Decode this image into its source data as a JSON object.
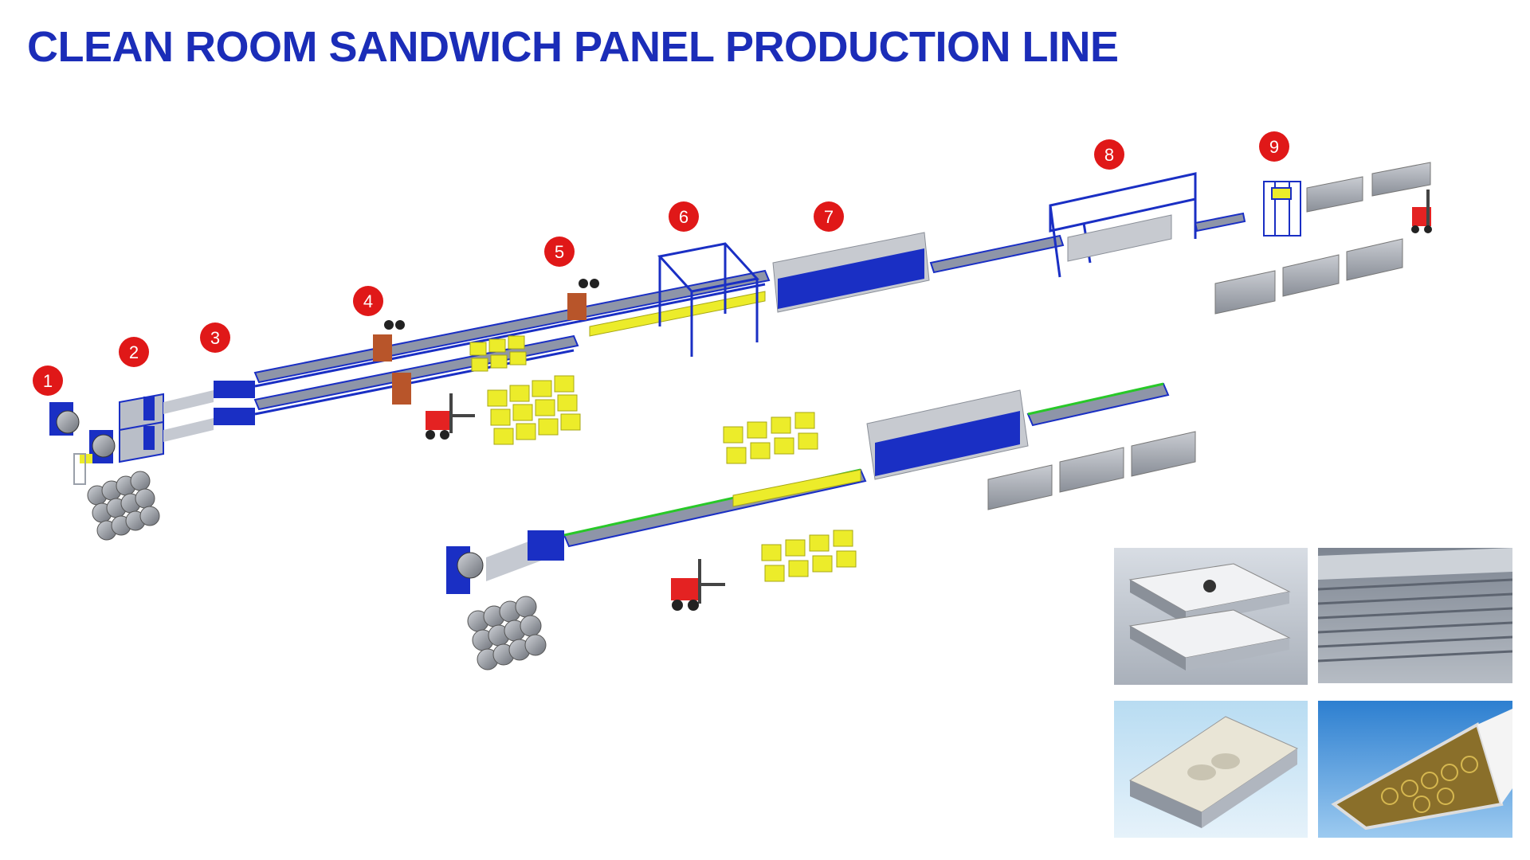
{
  "title": "CLEAN ROOM SANDWICH PANEL PRODUCTION LINE",
  "stations": [
    "1",
    "2",
    "3",
    "4",
    "5",
    "6",
    "7",
    "8",
    "9"
  ],
  "photos": [
    "panel-stack-photo",
    "panel-edge-photo",
    "paper-honeycomb-corner-photo",
    "aluminium-honeycomb-corner-photo"
  ],
  "colors": {
    "title": "#1b2db8",
    "marker": "#e01818",
    "machine": "#1a2fc4",
    "conveyor": "#8e95a8",
    "core": "#ecec2a",
    "accent": "#28c828"
  }
}
